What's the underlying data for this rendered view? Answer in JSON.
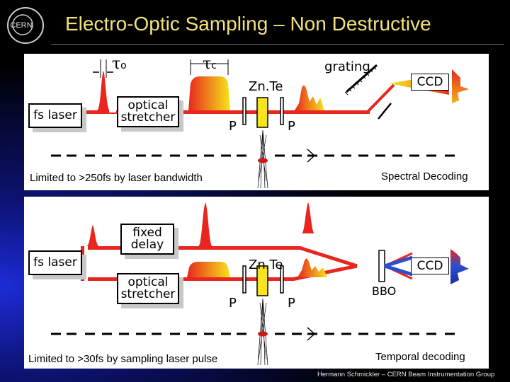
{
  "header": {
    "title": "Electro-Optic Sampling – Non Destructive",
    "logo_text": "CERN"
  },
  "panel_top": {
    "fs_laser": "fs laser",
    "optical_stretcher": "optical\nstretcher",
    "tau0": "τ",
    "tau0_sub": "o",
    "tauc": "τ",
    "tauc_sub": "c",
    "crystal": "Zn.Te",
    "polarizer_left": "P",
    "polarizer_right": "P",
    "grating": "grating",
    "ccd": "CCD",
    "caption_left": "Limited to >250fs by laser bandwidth",
    "caption_right": "Spectral Decoding"
  },
  "panel_bottom": {
    "fs_laser": "fs laser",
    "fixed_delay": "fixed\ndelay",
    "optical_stretcher": "optical\nstretcher",
    "crystal": "Zn.Te",
    "polarizer_left": "P",
    "polarizer_right": "P",
    "bbo": "BBO",
    "ccd": "CCD",
    "caption_left": "Limited to >30fs by sampling laser pulse",
    "caption_right": "Temporal decoding"
  },
  "footer": {
    "credit": "Hermann Schmickler – CERN Beam Instrumentation Group"
  },
  "colors": {
    "beam": "#e8261e",
    "title": "#f3e27a",
    "pulse": "#e8261e",
    "ccd_top": "#e8261e",
    "ccd_bottom": "#2a4fd1"
  }
}
